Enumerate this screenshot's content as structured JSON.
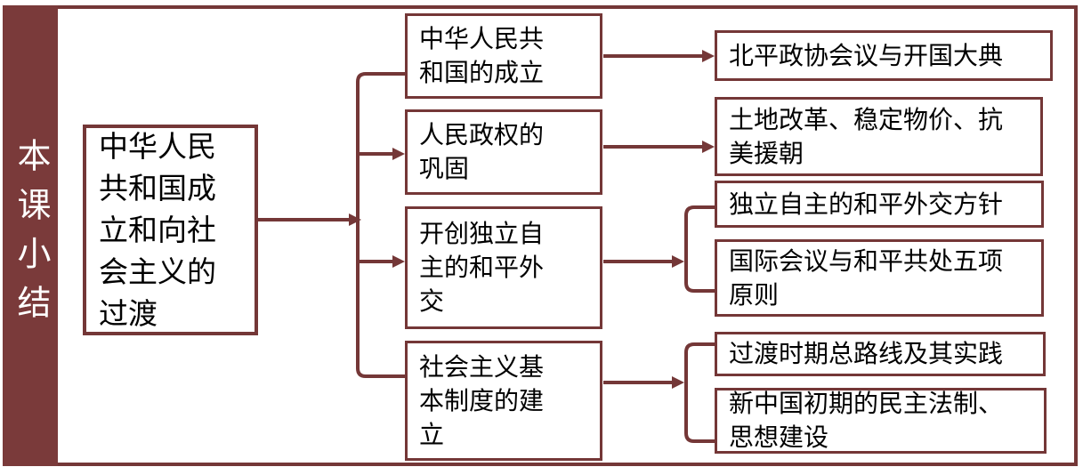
{
  "sidebar": {
    "title": "本课小结"
  },
  "diagram": {
    "root": {
      "label": "中华人民\n共和国成\n立和向社\n会主义的\n过渡"
    },
    "branches": [
      {
        "label": "中华人民共\n和国的成立",
        "children": [
          {
            "label": "北平政协会议与开国大典"
          }
        ]
      },
      {
        "label": "人民政权的\n巩固",
        "children": [
          {
            "label": "土地改革、稳定物价、抗\n美援朝"
          }
        ]
      },
      {
        "label": "开创独立自\n主的和平外\n交",
        "children": [
          {
            "label": "独立自主的和平外交方针"
          },
          {
            "label": "国际会议与和平共处五项\n原则"
          }
        ]
      },
      {
        "label": "社会主义基\n本制度的建\n立",
        "children": [
          {
            "label": "过渡时期总路线及其实践"
          },
          {
            "label": "新中国初期的民主法制、\n思想建设"
          }
        ]
      }
    ]
  },
  "colors": {
    "accent": "#743737",
    "sidebar_bg": "#7A3A3A",
    "node_bg": "#ffffff",
    "text": "#000000"
  }
}
